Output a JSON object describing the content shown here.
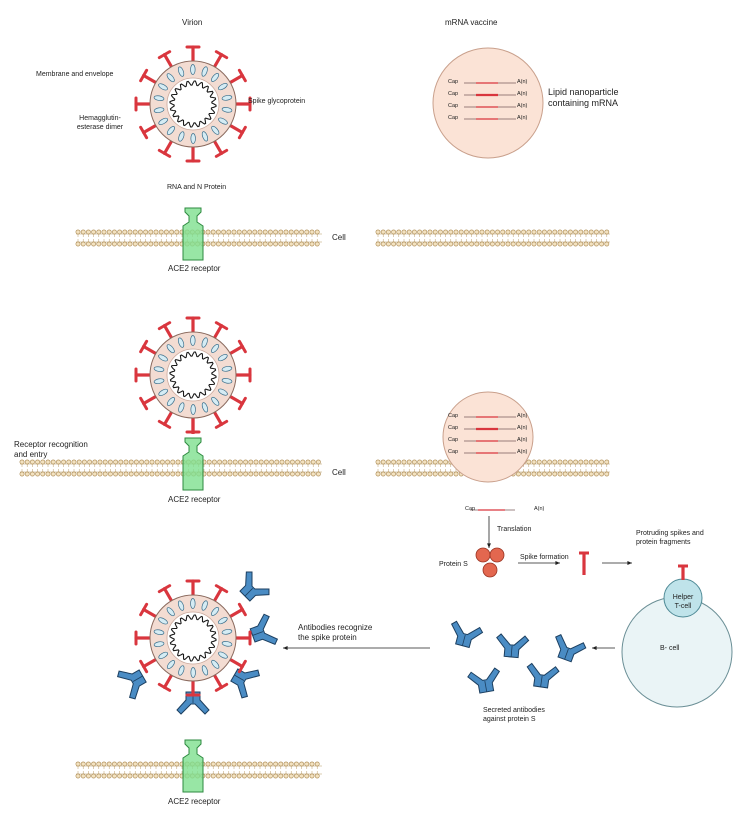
{
  "headers": {
    "virion": "Virion",
    "mrna_vaccine": "mRNA vaccine"
  },
  "virion_labels": {
    "membrane": "Membrane and envelope",
    "hemagglutinin": "Hemagglutin-\nesterase dimer",
    "spike": "Spike glycoprotein",
    "rna": "RNA and N Protein"
  },
  "lnp_label": "Lipid nanoparticle\ncontaining mRNA",
  "mrna": {
    "cap": "Cap",
    "tail": "A(n)"
  },
  "cell_label": "Cell",
  "ace2_label": "ACE2 receptor",
  "receptor_entry": "Receptor recognition\nand entry",
  "translation": "Translation",
  "protein_s": "Protein S",
  "spike_formation": "Spike formation",
  "protruding": "Protruding spikes and\nprotein fragments",
  "helper": "Helper\nT-cell",
  "bcell": "B- cell",
  "secreted": "Secreted antibodies\nagainst protein S",
  "antibodies_recognize": "Antibodies recognize\nthe spike protein",
  "colors": {
    "spike": "#d9363e",
    "envelope": "#f3dcd2",
    "lnp": "#fbe3d6",
    "ace2": "#7ee08e",
    "antibody": "#4a8cc4",
    "helper": "#bfe3ea",
    "bcell": "#eaf4f6",
    "membrane_bead": "#f3e2c0"
  }
}
